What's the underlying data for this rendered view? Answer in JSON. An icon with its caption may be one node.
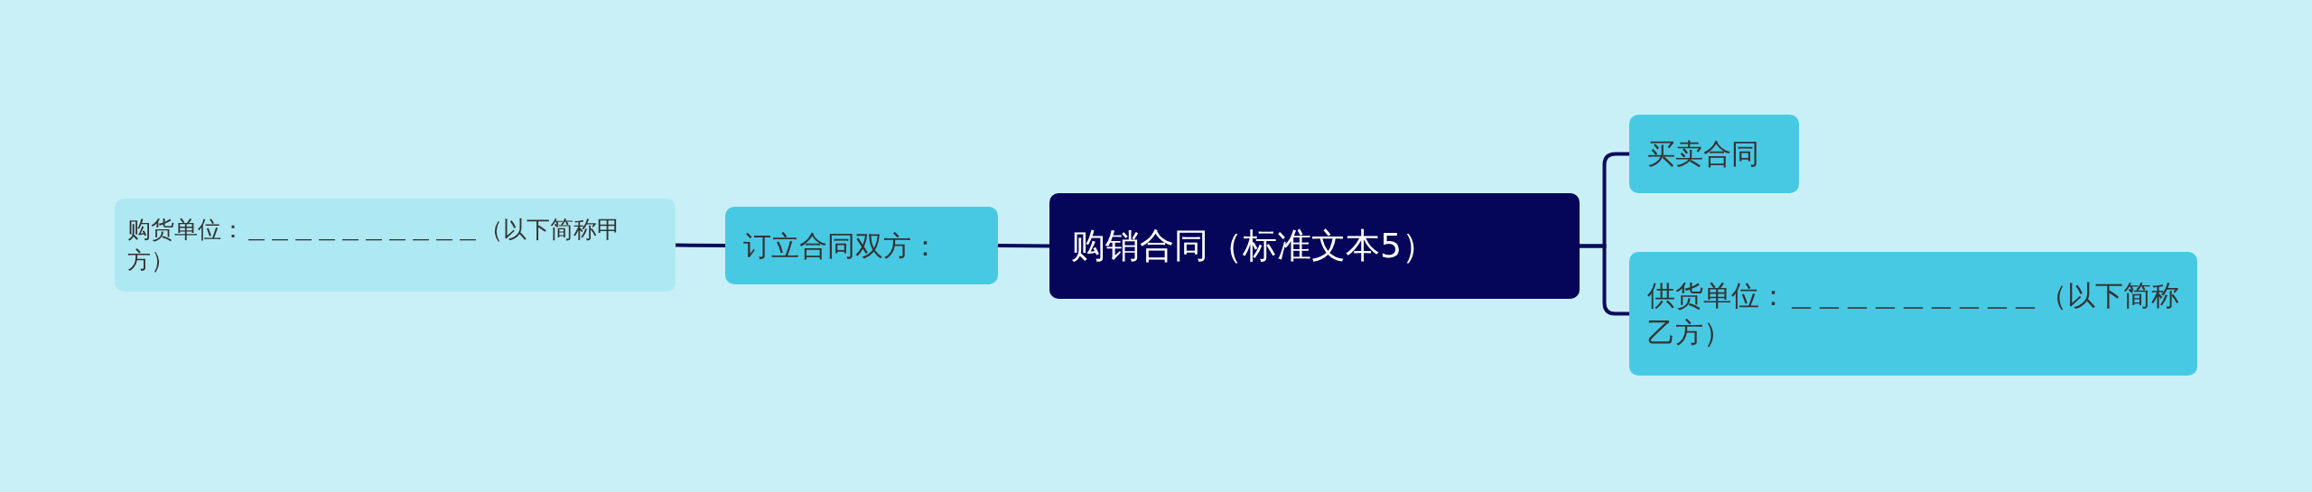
{
  "diagram": {
    "nodes": [
      {
        "text": [
          "购销合同（标准文本5）"
        ]
      },
      {
        "text": [
          "订立合同双方："
        ]
      },
      {
        "text": [
          "购货单位：＿＿＿＿＿＿＿＿＿＿（以下简称甲方）"
        ]
      },
      {
        "text": [
          "买卖合同"
        ]
      },
      {
        "text": [
          "供货单位：＿＿＿＿＿＿＿＿＿（以下简称乙方）"
        ]
      }
    ],
    "edges": [
      {
        "from": 0,
        "to": 1,
        "arrow": "none"
      },
      {
        "from": 1,
        "to": 2,
        "arrow": "none"
      },
      {
        "from": 0,
        "to": 3,
        "arrow": "none"
      },
      {
        "from": 0,
        "to": 4,
        "arrow": "none"
      }
    ]
  }
}
